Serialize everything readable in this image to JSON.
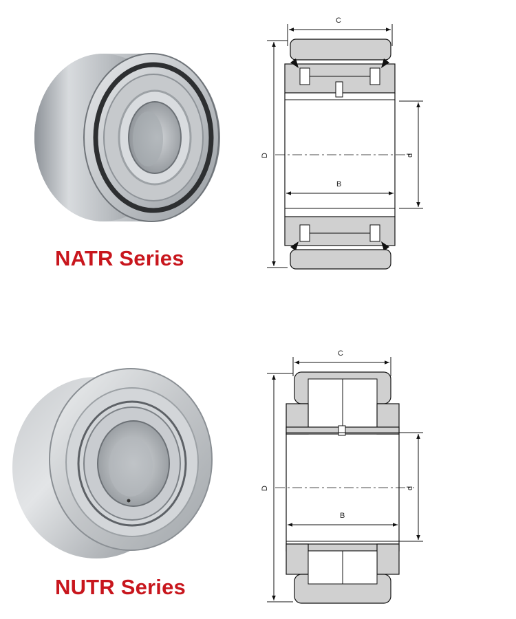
{
  "natr": {
    "series_label": "NATR Series",
    "dimensions": {
      "outer_width": "C",
      "outer_diameter": "D",
      "inner_width": "B",
      "bore": "d"
    }
  },
  "nutr": {
    "series_label": "NUTR Series",
    "dimensions": {
      "outer_width": "C",
      "outer_diameter": "D",
      "inner_width": "B",
      "bore": "d"
    }
  },
  "colors": {
    "label_red": "#c8161d",
    "hatch_gray": "#d0d0d0",
    "line": "#111111"
  }
}
